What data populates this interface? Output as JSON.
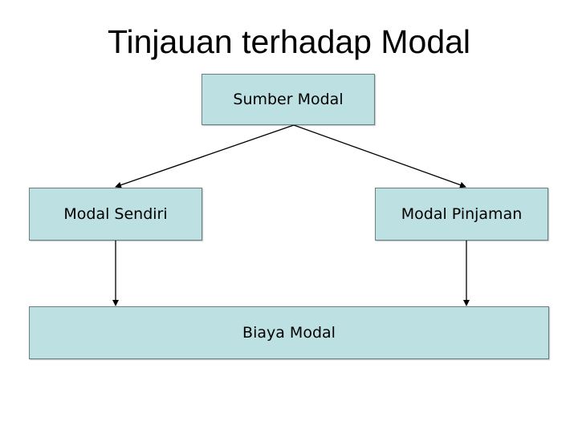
{
  "title": "Tinjauan terhadap Modal",
  "nodes": {
    "sumber": "Sumber Modal",
    "sendiri": "Modal Sendiri",
    "pinjaman": "Modal Pinjaman",
    "biaya": "Biaya Modal"
  },
  "colors": {
    "box_fill": "#bde0e3",
    "line": "#000000"
  }
}
